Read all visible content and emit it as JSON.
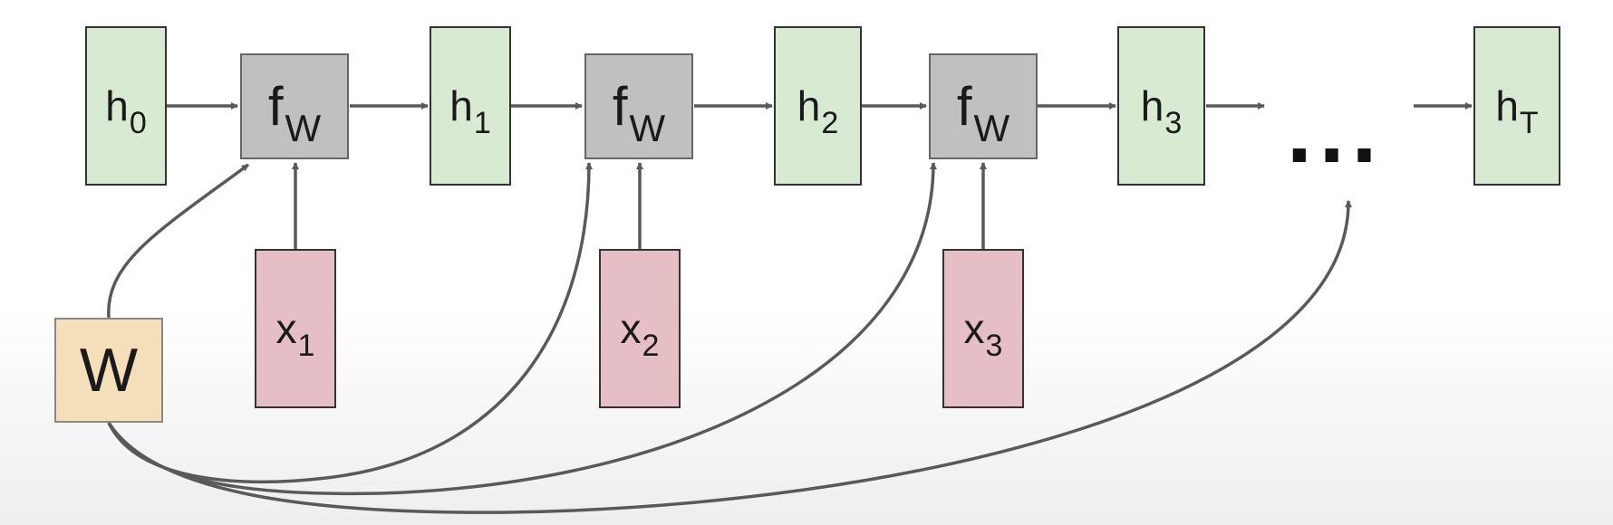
{
  "hidden_states": [
    {
      "base": "h",
      "sub": "0"
    },
    {
      "base": "h",
      "sub": "1"
    },
    {
      "base": "h",
      "sub": "2"
    },
    {
      "base": "h",
      "sub": "3"
    },
    {
      "base": "h",
      "sub": "T"
    }
  ],
  "functions": [
    {
      "base": "f",
      "sub": "W"
    },
    {
      "base": "f",
      "sub": "W"
    },
    {
      "base": "f",
      "sub": "W"
    }
  ],
  "inputs": [
    {
      "base": "x",
      "sub": "1"
    },
    {
      "base": "x",
      "sub": "2"
    },
    {
      "base": "x",
      "sub": "3"
    }
  ],
  "weights": {
    "label": "W"
  },
  "continuation": "...",
  "colors": {
    "hidden_fill": "#d9ead3",
    "function_fill": "#c0c0c0",
    "input_fill": "#e6bfc6",
    "weight_fill": "#f5deba",
    "arrow": "#595959"
  }
}
